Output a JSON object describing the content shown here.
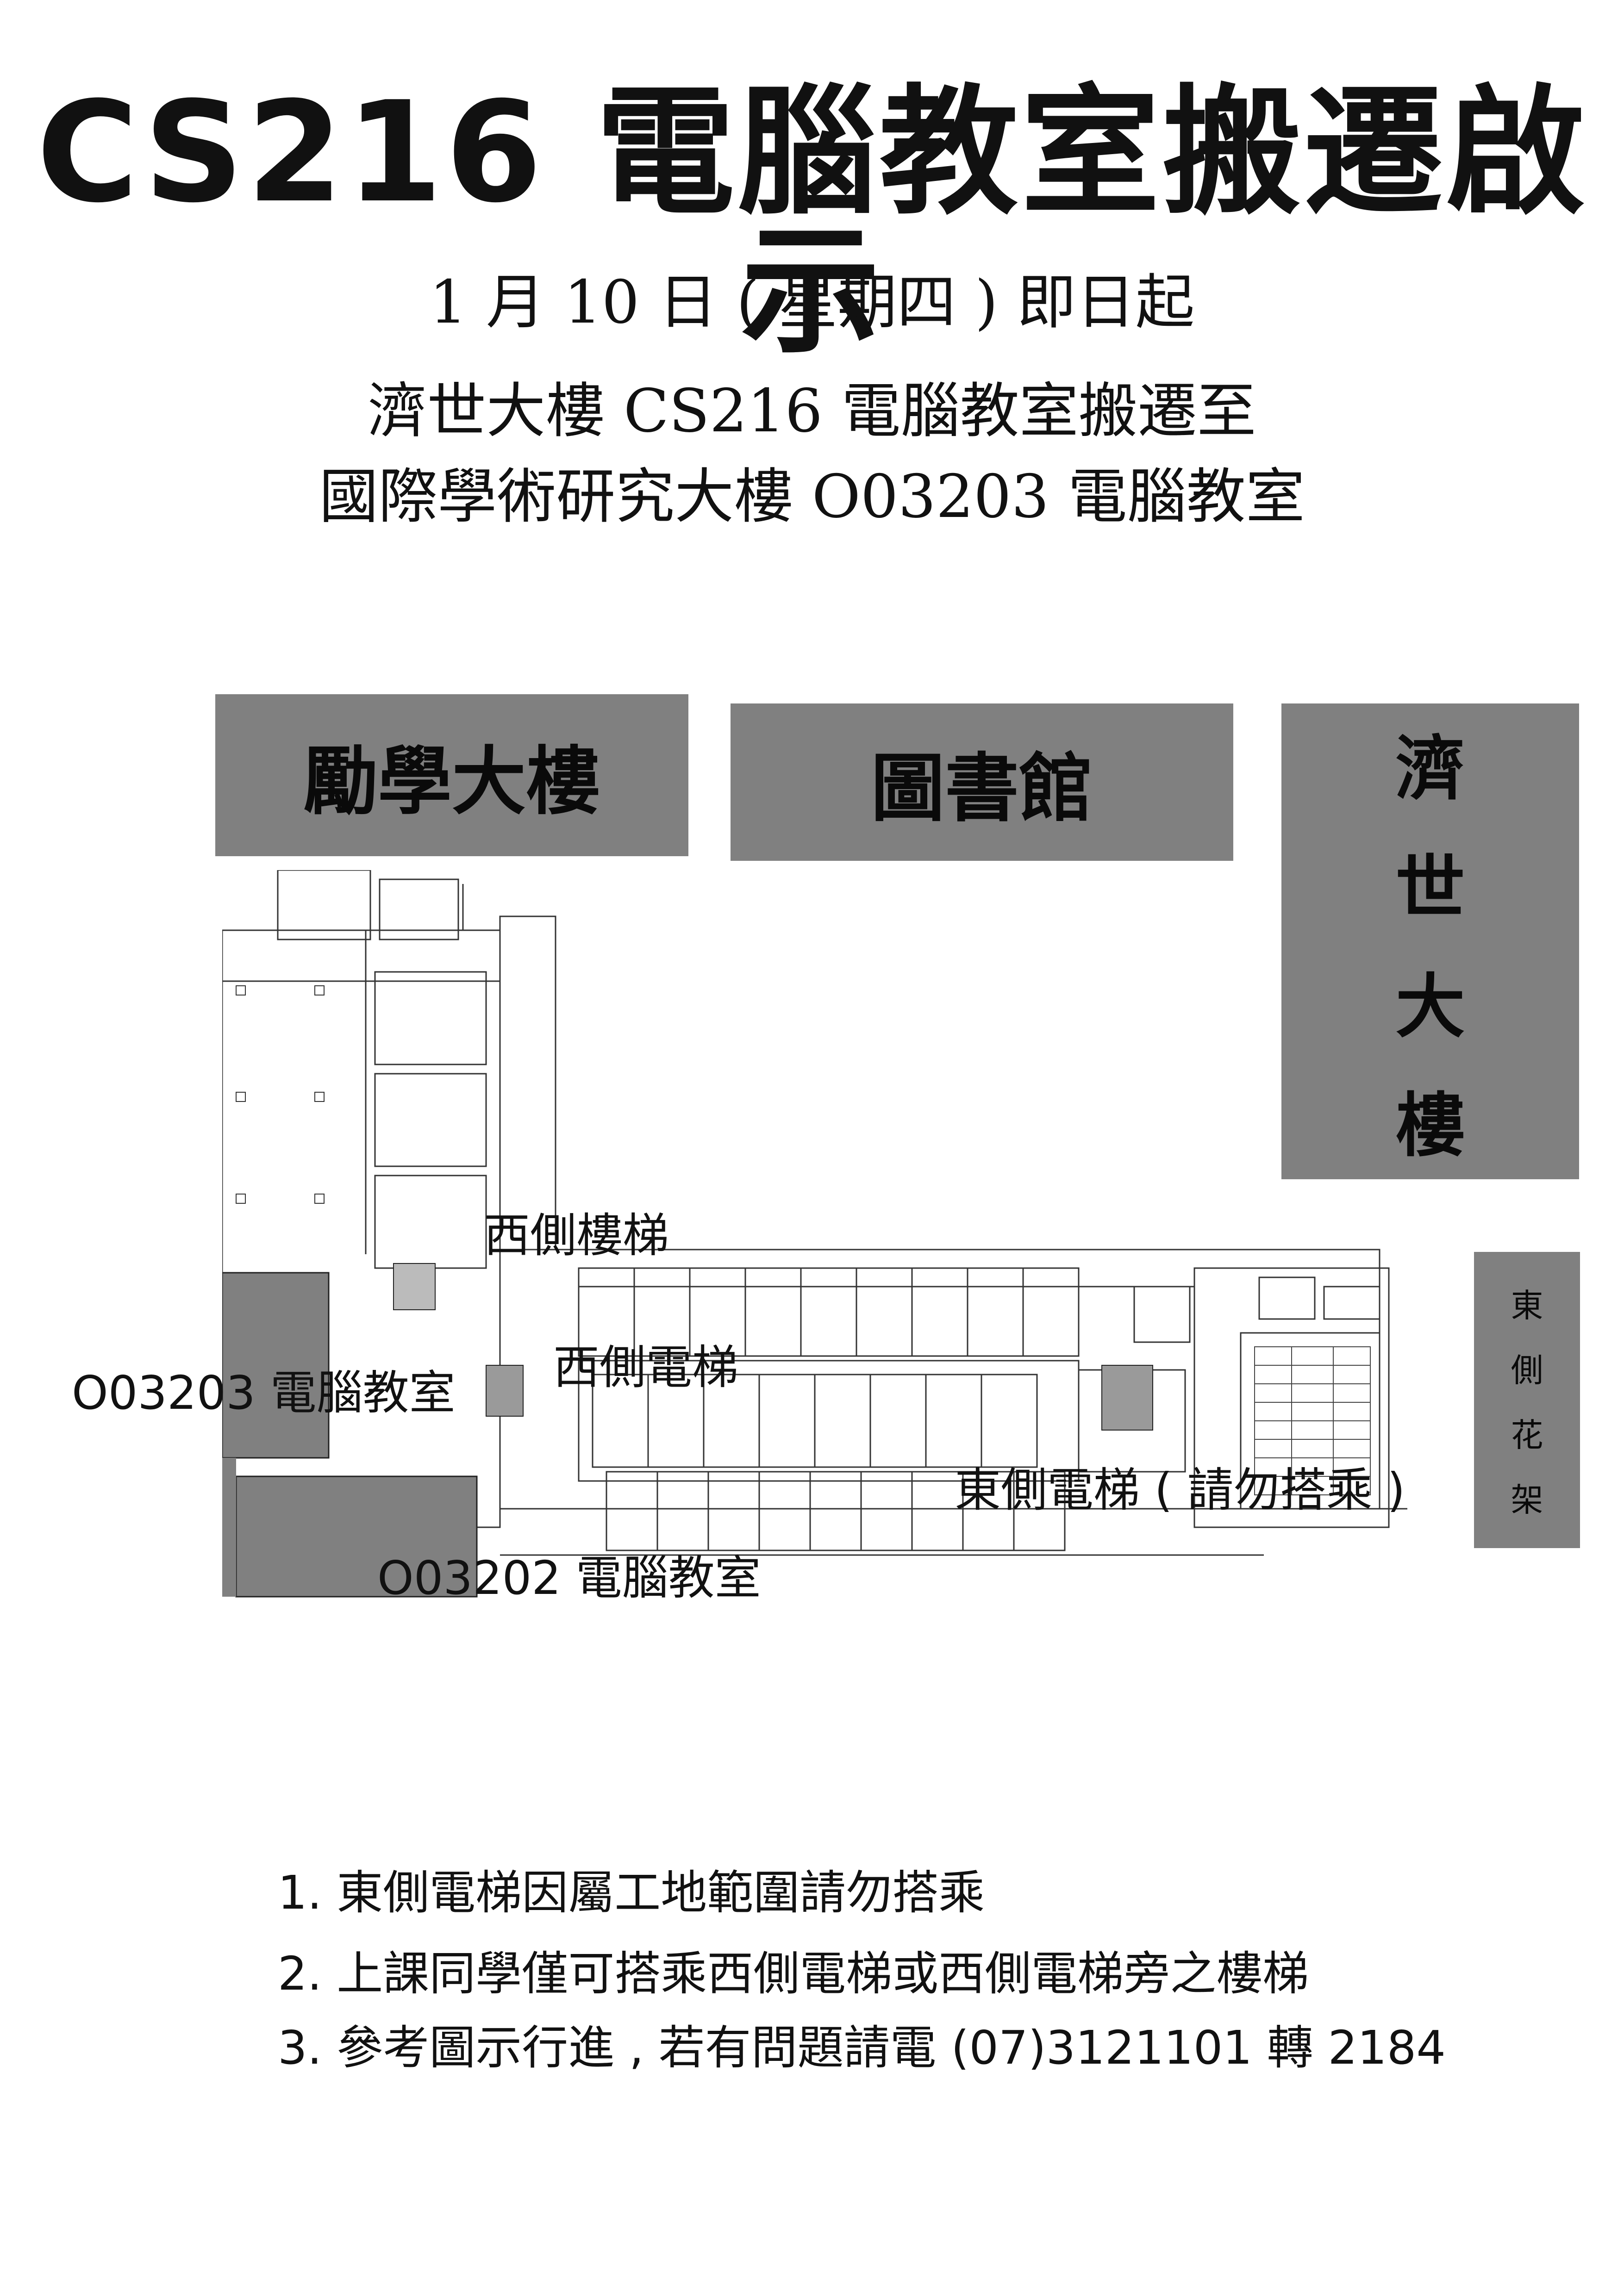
{
  "title": "CS216 電腦教室搬遷啟示",
  "date_line": "1 月 10 日 ( 星期四 ) 即日起",
  "move_line1": "濟世大樓 CS216 電腦教室搬遷至",
  "move_line2": "國際學術研究大樓 O03203 電腦教室",
  "buildings": {
    "lixue": "勵學大樓",
    "library": "圖書館",
    "jishi": [
      "濟",
      "世",
      "大",
      "樓"
    ],
    "east_flower": [
      "東",
      "側",
      "花",
      "架"
    ]
  },
  "map_labels": {
    "west_stairs": "西側樓梯",
    "west_elevator": "西側電梯",
    "room_o03203": "O03203 電腦教室",
    "east_elevator": "東側電梯 ( 請勿搭乘 )",
    "room_o03202": "O03202 電腦教室"
  },
  "notes": [
    "1. 東側電梯因屬工地範圍請勿搭乘",
    "2. 上課同學僅可搭乘西側電梯或西側電梯旁之樓梯",
    "3. 參考圖示行進 , 若有問題請電 (07)3121101 轉 2184"
  ]
}
